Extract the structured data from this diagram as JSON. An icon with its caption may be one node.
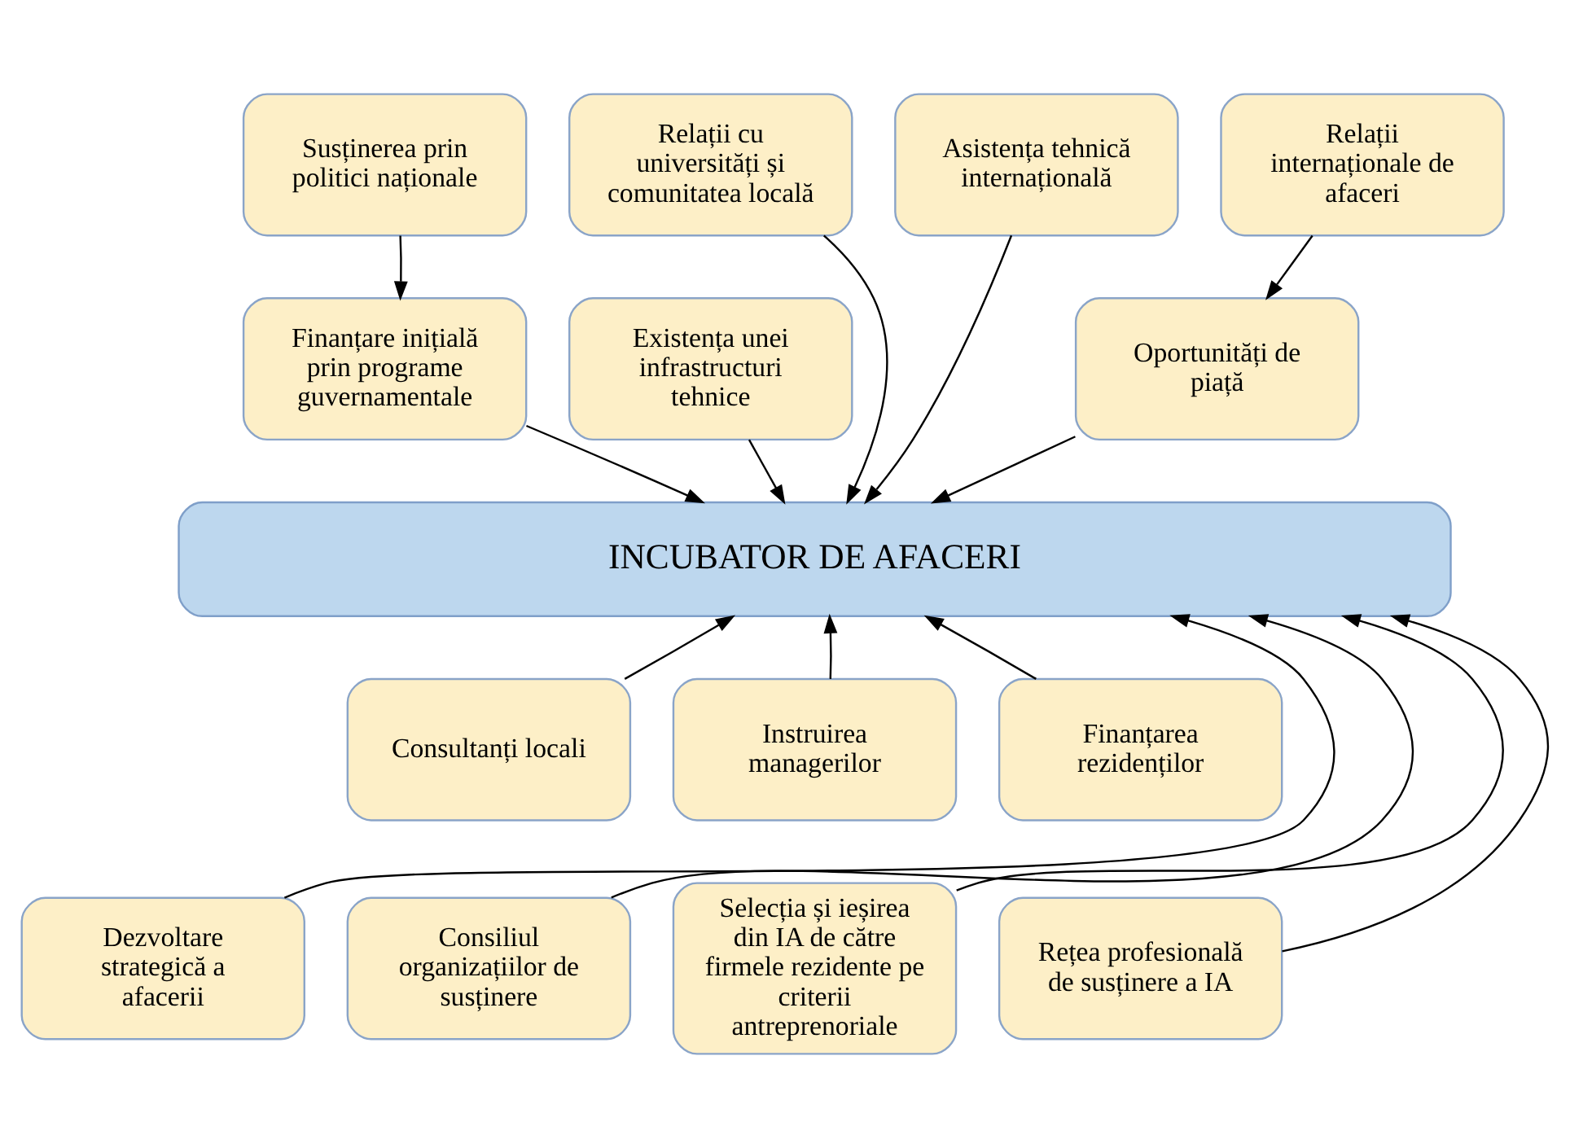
{
  "diagram": {
    "nodes": [
      {
        "text": [
          "Susținerea prin politici naționale"
        ]
      },
      {
        "text": [
          "Relații cu universități și comunitatea locală"
        ]
      },
      {
        "text": [
          "Asistența tehnică internațională"
        ]
      },
      {
        "text": [
          "Relații internaționale de afaceri"
        ]
      },
      {
        "text": [
          "Finanțare inițială prin programe guvernamentale"
        ]
      },
      {
        "text": [
          "Existența unei infrastructuri tehnice"
        ]
      },
      {
        "text": [
          "Oportunități de piață"
        ]
      },
      {
        "text": [
          "INCUBATOR DE AFACERI"
        ]
      },
      {
        "text": [
          "Consultanți locali"
        ]
      },
      {
        "text": [
          "Instruirea managerilor"
        ]
      },
      {
        "text": [
          "Finanțarea rezidenților"
        ]
      },
      {
        "text": [
          "Dezvoltare strategică a afacerii"
        ]
      },
      {
        "text": [
          "Consiliul organizațiilor de susținere"
        ]
      },
      {
        "text": [
          "Selecția și ieșirea din IA de către firmele rezidente pe criterii antreprenoriale"
        ]
      },
      {
        "text": [
          "Rețea profesională de susținere a IA"
        ]
      }
    ],
    "edges": [
      {
        "from": 0,
        "to": 4,
        "arrow": "to"
      },
      {
        "from": 3,
        "to": 6,
        "arrow": "to"
      },
      {
        "from": 4,
        "to": 7,
        "arrow": "to"
      },
      {
        "from": 1,
        "to": 7,
        "arrow": "to"
      },
      {
        "from": 5,
        "to": 7,
        "arrow": "to"
      },
      {
        "from": 2,
        "to": 7,
        "arrow": "to"
      },
      {
        "from": 6,
        "to": 7,
        "arrow": "to"
      },
      {
        "from": 11,
        "to": 7,
        "arrow": "to"
      },
      {
        "from": 8,
        "to": 7,
        "arrow": "to"
      },
      {
        "from": 12,
        "to": 7,
        "arrow": "to"
      },
      {
        "from": 9,
        "to": 7,
        "arrow": "to"
      },
      {
        "from": 13,
        "to": 7,
        "arrow": "to"
      },
      {
        "from": 10,
        "to": 7,
        "arrow": "to"
      },
      {
        "from": 14,
        "to": 7,
        "arrow": "to"
      }
    ]
  }
}
